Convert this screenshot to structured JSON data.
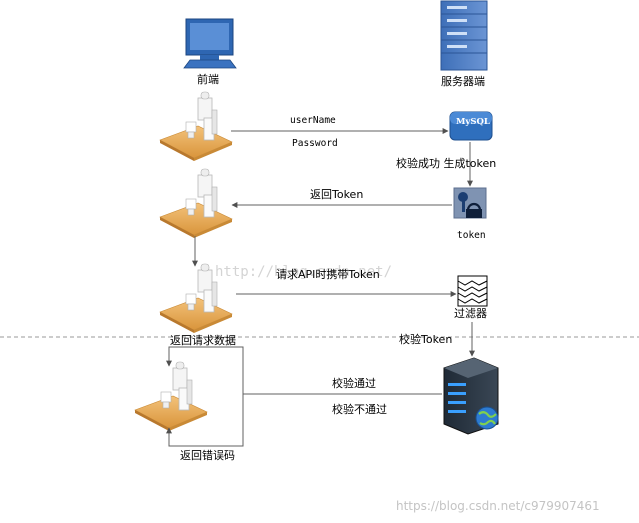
{
  "nodes": {
    "client": "前端",
    "server": "服务器端",
    "mysql": "MySQL",
    "token": "token",
    "filter": "过滤器",
    "return_data": "返回请求数据",
    "return_error": "返回错误码"
  },
  "edges": {
    "username": "userName",
    "password": "Password",
    "generate_token": "校验成功 生成token",
    "return_token": "返回Token",
    "api_with_token": "请求API时携带Token",
    "verify_token": "校验Token",
    "pass": "校验通过",
    "fail": "校验不通过"
  },
  "watermarks": {
    "center": "http://blog.csdn.net/",
    "bottom": "https://blog.csdn.net/c979907461"
  }
}
